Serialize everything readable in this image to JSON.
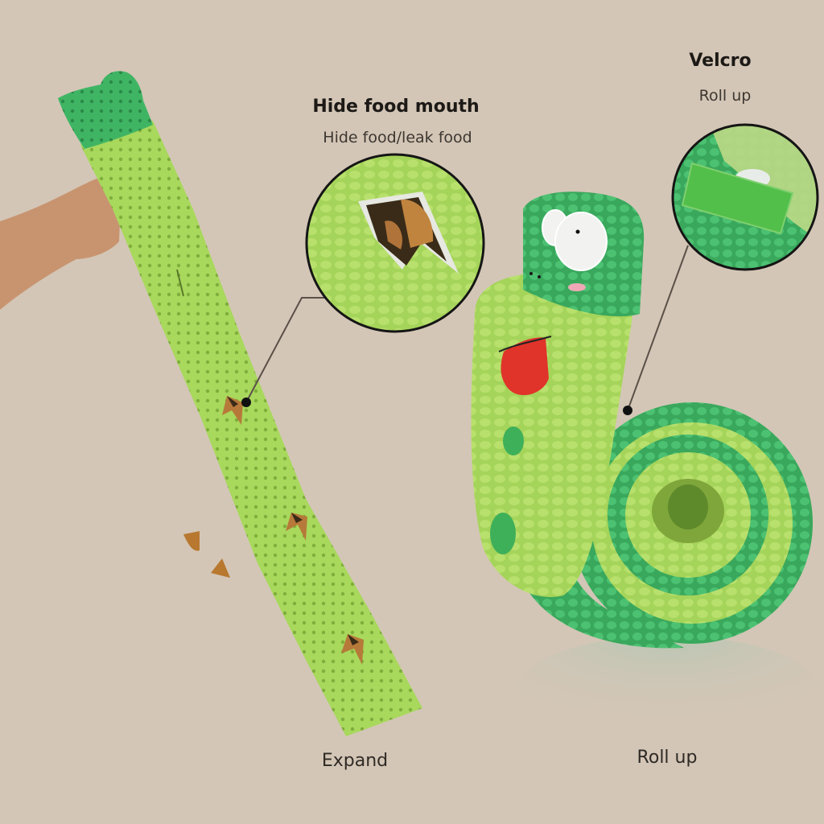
{
  "callouts": {
    "mouth": {
      "title": "Hide food mouth",
      "subtitle": "Hide food/leak food"
    },
    "velcro": {
      "title": "Velcro",
      "subtitle": "Roll up"
    }
  },
  "captions": {
    "expanded": "Expand",
    "rolled": "Roll up"
  },
  "colors": {
    "background": "#d3c6b6",
    "body_light_green": "#a6d65a",
    "head_dark_green": "#3fb564",
    "tongue_red": "#e0342b",
    "kibble_brown": "#b87a35",
    "velcro_green": "#52bf4a",
    "callout_line": "#5a5048"
  }
}
